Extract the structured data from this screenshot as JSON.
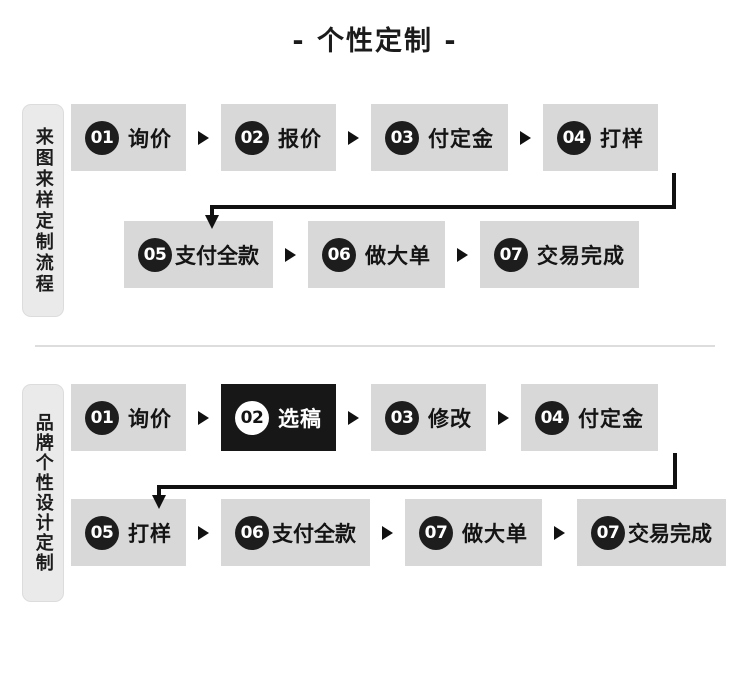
{
  "page": {
    "title": "- 个性定制 -"
  },
  "divider": {
    "name": "section-divider"
  },
  "flows": [
    {
      "id": "flow-1",
      "side_label": "来图来样定制流程",
      "rows": [
        {
          "steps": [
            {
              "num": "01",
              "label": "询价"
            },
            {
              "num": "02",
              "label": "报价"
            },
            {
              "num": "03",
              "label": "付定金"
            },
            {
              "num": "04",
              "label": "打样"
            }
          ]
        },
        {
          "steps": [
            {
              "num": "05",
              "label": "支付全款"
            },
            {
              "num": "06",
              "label": "做大单"
            },
            {
              "num": "07",
              "label": "交易完成"
            }
          ]
        }
      ]
    },
    {
      "id": "flow-2",
      "side_label": "品牌个性设计定制",
      "rows": [
        {
          "steps": [
            {
              "num": "01",
              "label": "询价"
            },
            {
              "num": "02",
              "label": "选稿"
            },
            {
              "num": "03",
              "label": "修改"
            },
            {
              "num": "04",
              "label": "付定金"
            }
          ]
        },
        {
          "steps": [
            {
              "num": "05",
              "label": "打样"
            },
            {
              "num": "06",
              "label": "支付全款"
            },
            {
              "num": "07",
              "label": "做大单"
            },
            {
              "num": "07",
              "label": "交易完成"
            }
          ]
        }
      ]
    }
  ],
  "colors": {
    "step_bg": "#d8d8d8",
    "step_bg_active": "#171717",
    "badge_bg": "#1d1d1d",
    "text": "#141414",
    "label_bg": "#eaeaea",
    "divider": "#dddddd"
  }
}
